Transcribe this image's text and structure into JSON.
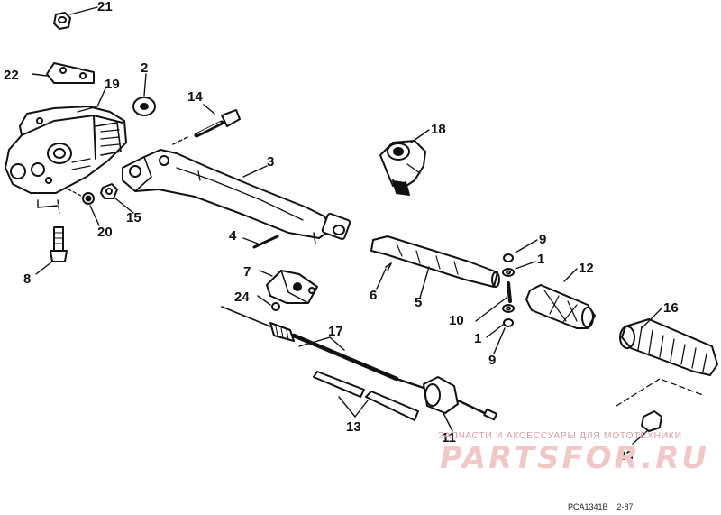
{
  "callouts": [
    {
      "id": "c21a",
      "label": "21"
    },
    {
      "id": "c22",
      "label": "22"
    },
    {
      "id": "c19",
      "label": "19"
    },
    {
      "id": "c2",
      "label": "2"
    },
    {
      "id": "c14",
      "label": "14"
    },
    {
      "id": "c3",
      "label": "3"
    },
    {
      "id": "c18",
      "label": "18"
    },
    {
      "id": "c20",
      "label": "20"
    },
    {
      "id": "c15",
      "label": "15"
    },
    {
      "id": "c8",
      "label": "8"
    },
    {
      "id": "c4",
      "label": "4"
    },
    {
      "id": "c9a",
      "label": "9"
    },
    {
      "id": "c1a",
      "label": "1"
    },
    {
      "id": "c12",
      "label": "12"
    },
    {
      "id": "c7",
      "label": "7"
    },
    {
      "id": "c6",
      "label": "6"
    },
    {
      "id": "c5",
      "label": "5"
    },
    {
      "id": "c24",
      "label": "24"
    },
    {
      "id": "c10",
      "label": "10"
    },
    {
      "id": "c16",
      "label": "16"
    },
    {
      "id": "c17",
      "label": "17"
    },
    {
      "id": "c1b",
      "label": "1"
    },
    {
      "id": "c9b",
      "label": "9"
    },
    {
      "id": "c13",
      "label": "13"
    },
    {
      "id": "c11",
      "label": "11"
    },
    {
      "id": "c23",
      "label": "23"
    }
  ],
  "watermark": {
    "caption": "ЗАПЧАСТИ И АКСЕССУАРЫ ДЛЯ МОТОТЕХНИКИ",
    "site": "PARTSFOR.RU"
  },
  "drawing_code": {
    "ref": "PCA1341B",
    "num": "2-87"
  },
  "colors": {
    "ink": "#111111",
    "watermark": "#f1c8c8"
  }
}
